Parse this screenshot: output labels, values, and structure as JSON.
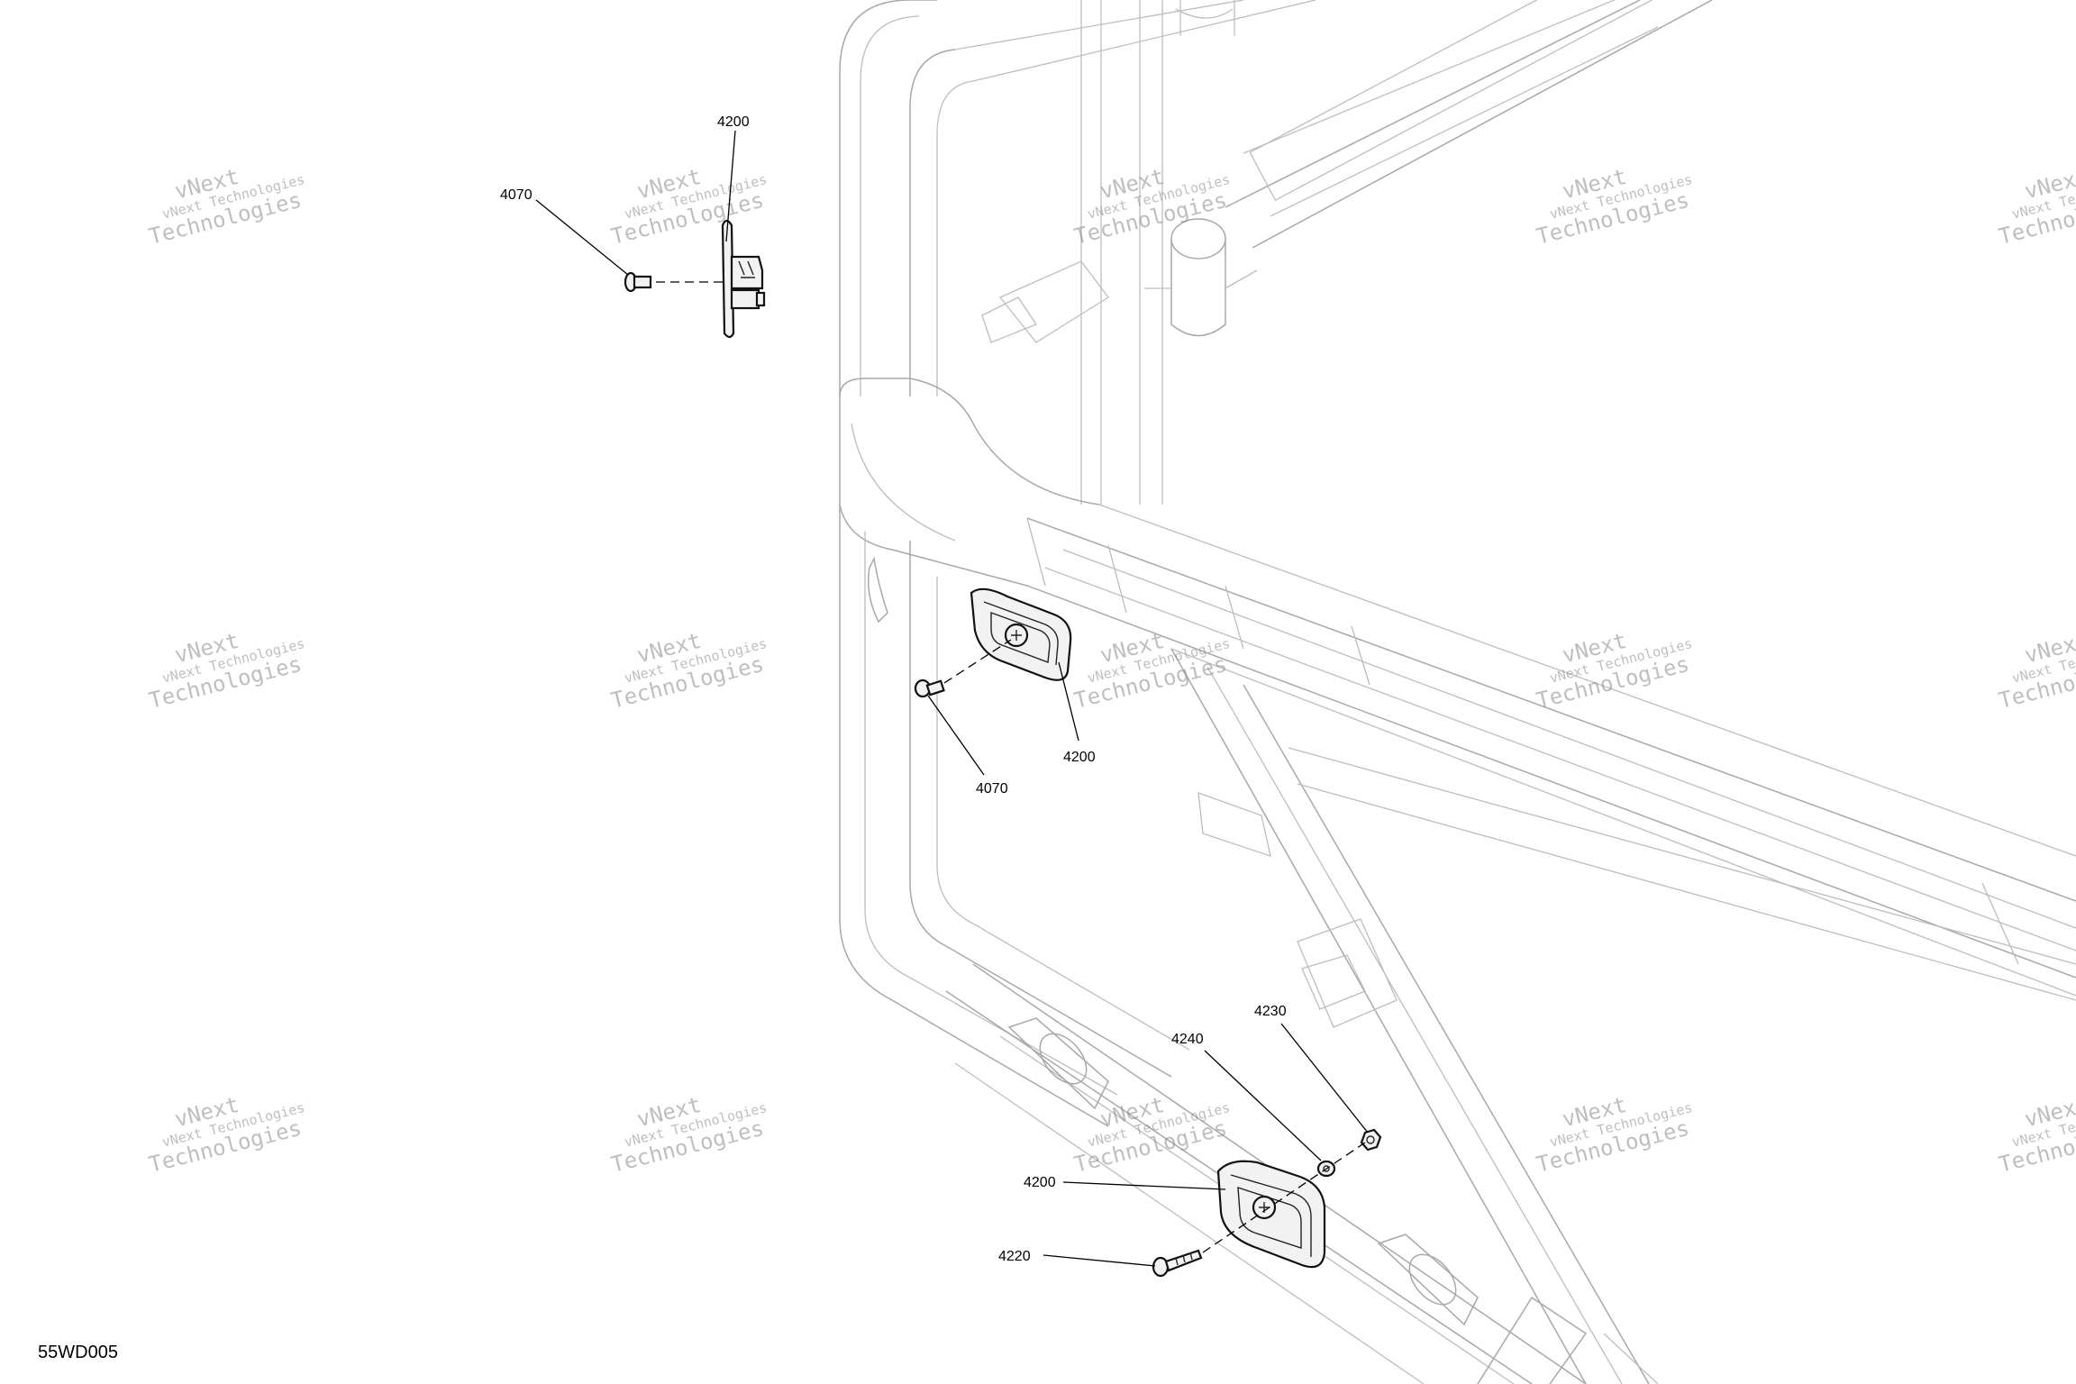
{
  "diagram": {
    "figure_code": "55WD005",
    "callouts": [
      {
        "id": "c1",
        "text": "4200"
      },
      {
        "id": "c2",
        "text": "4070"
      },
      {
        "id": "c3",
        "text": "4200"
      },
      {
        "id": "c4",
        "text": "4070"
      },
      {
        "id": "c5",
        "text": "4230"
      },
      {
        "id": "c6",
        "text": "4240"
      },
      {
        "id": "c7",
        "text": "4200"
      },
      {
        "id": "c8",
        "text": "4220"
      }
    ],
    "watermark": {
      "line1": "vNext",
      "line2": "vNext Technologies",
      "line3": "Technologies"
    }
  }
}
